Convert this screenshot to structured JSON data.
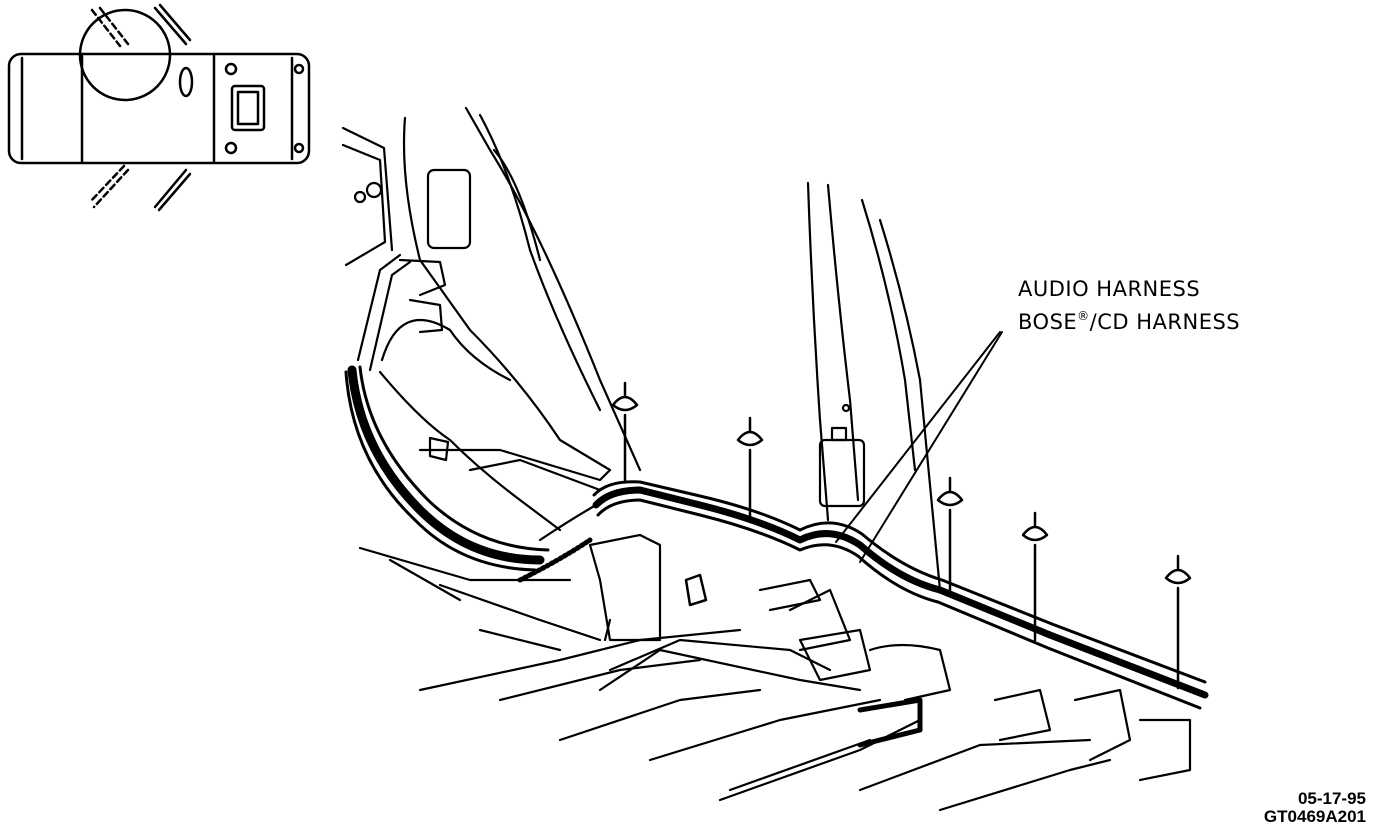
{
  "callouts": {
    "audio_harness": "AUDIO HARNESS",
    "bose_name": "BOSE",
    "bose_mark": "®",
    "bose_rest": "/CD HARNESS"
  },
  "figure": {
    "date": "05-17-95",
    "code": "GT0469A201"
  },
  "colors": {
    "ink": "#000000",
    "paper": "#ffffff"
  }
}
